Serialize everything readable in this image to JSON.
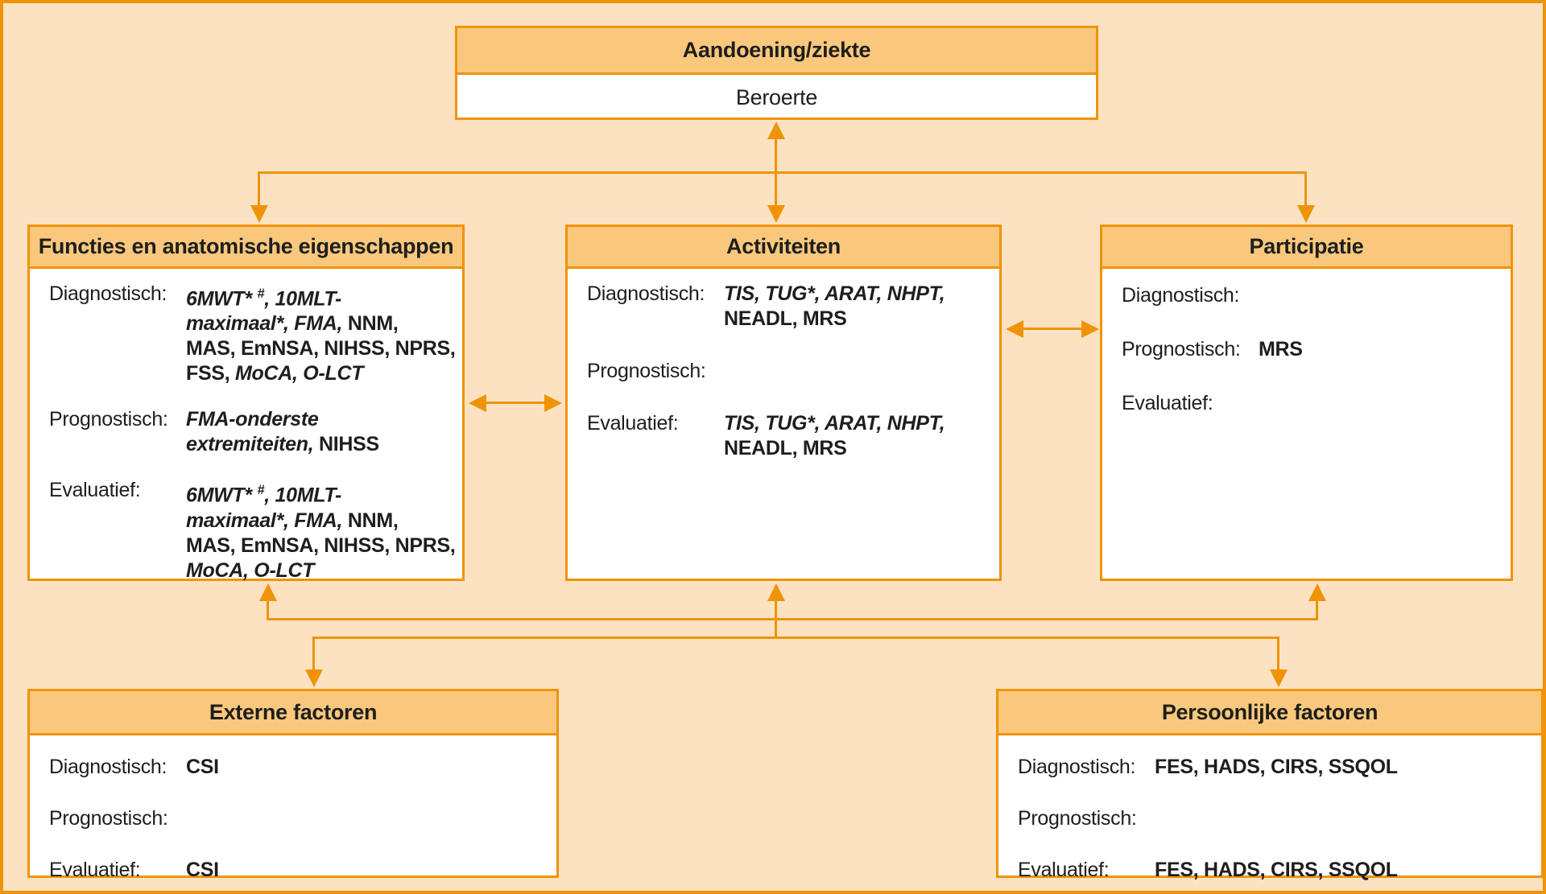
{
  "colors": {
    "background": "#fce2c1",
    "box_header_fill": "#f9c87d",
    "border_and_arrows": "#ef9309",
    "text": "#1e1e1c",
    "box_body_fill": "#ffffff"
  },
  "top_box": {
    "title": "Aandoening/ziekte",
    "value": "Beroerte"
  },
  "boxes": {
    "functies": {
      "title": "Functies en anatomische eigenschappen",
      "rows": [
        {
          "label": "Diagnostisch:",
          "segments": [
            {
              "t": "6MWT*",
              "i": 1
            },
            {
              "t": " "
            },
            {
              "t": "#",
              "i": 1,
              "sup": 1
            },
            {
              "t": ", ",
              "i": 1
            },
            {
              "t": "10MLT-",
              "i": 1
            },
            {
              "br": 1
            },
            {
              "t": "maximaal*, FMA,",
              "i": 1
            },
            {
              "t": " NNM,"
            },
            {
              "br": 1
            },
            {
              "t": "MAS, EmNSA, NIHSS, NPRS,"
            },
            {
              "br": 1
            },
            {
              "t": "FSS, "
            },
            {
              "t": "MoCA, O-LCT",
              "i": 1
            }
          ]
        },
        {
          "label": "Prognostisch:",
          "segments": [
            {
              "t": "FMA-onderste",
              "i": 1
            },
            {
              "br": 1
            },
            {
              "t": "extremiteiten,",
              "i": 1
            },
            {
              "t": " NIHSS"
            }
          ]
        },
        {
          "label": "Evaluatief:",
          "segments": [
            {
              "t": "6MWT*",
              "i": 1
            },
            {
              "t": " "
            },
            {
              "t": "#",
              "i": 1,
              "sup": 1
            },
            {
              "t": ", ",
              "i": 1
            },
            {
              "t": "10MLT-",
              "i": 1
            },
            {
              "br": 1
            },
            {
              "t": "maximaal*, FMA,",
              "i": 1
            },
            {
              "t": " NNM,"
            },
            {
              "br": 1
            },
            {
              "t": "MAS, EmNSA, NIHSS, NPRS,"
            },
            {
              "br": 1
            },
            {
              "t": "MoCA, O-LCT",
              "i": 1
            }
          ]
        }
      ]
    },
    "activiteiten": {
      "title": "Activiteiten",
      "rows": [
        {
          "label": "Diagnostisch:",
          "segments": [
            {
              "t": "TIS, TUG*, ARAT, NHPT,",
              "i": 1
            },
            {
              "br": 1
            },
            {
              "t": "NEADL, MRS"
            }
          ]
        },
        {
          "label": "Prognostisch:",
          "segments": []
        },
        {
          "label": "Evaluatief:",
          "segments": [
            {
              "t": "TIS, TUG*, ARAT, NHPT,",
              "i": 1
            },
            {
              "br": 1
            },
            {
              "t": "NEADL, MRS"
            }
          ]
        }
      ]
    },
    "participatie": {
      "title": "Participatie",
      "rows": [
        {
          "label": "Diagnostisch:",
          "segments": []
        },
        {
          "label": "Prognostisch:",
          "segments": [
            {
              "t": "MRS"
            }
          ]
        },
        {
          "label": "Evaluatief:",
          "segments": []
        }
      ]
    },
    "externe": {
      "title": "Externe factoren",
      "rows": [
        {
          "label": "Diagnostisch:",
          "segments": [
            {
              "t": "CSI"
            }
          ]
        },
        {
          "label": "Prognostisch:",
          "segments": []
        },
        {
          "label": "Evaluatief:",
          "segments": [
            {
              "t": "CSI"
            }
          ]
        }
      ]
    },
    "persoonlijke": {
      "title": "Persoonlijke factoren",
      "rows": [
        {
          "label": "Diagnostisch:",
          "segments": [
            {
              "t": "FES, HADS, CIRS, SSQOL"
            }
          ]
        },
        {
          "label": "Prognostisch:",
          "segments": []
        },
        {
          "label": "Evaluatief:",
          "segments": [
            {
              "t": "FES, HADS, CIRS, SSQOL"
            }
          ]
        }
      ]
    }
  }
}
